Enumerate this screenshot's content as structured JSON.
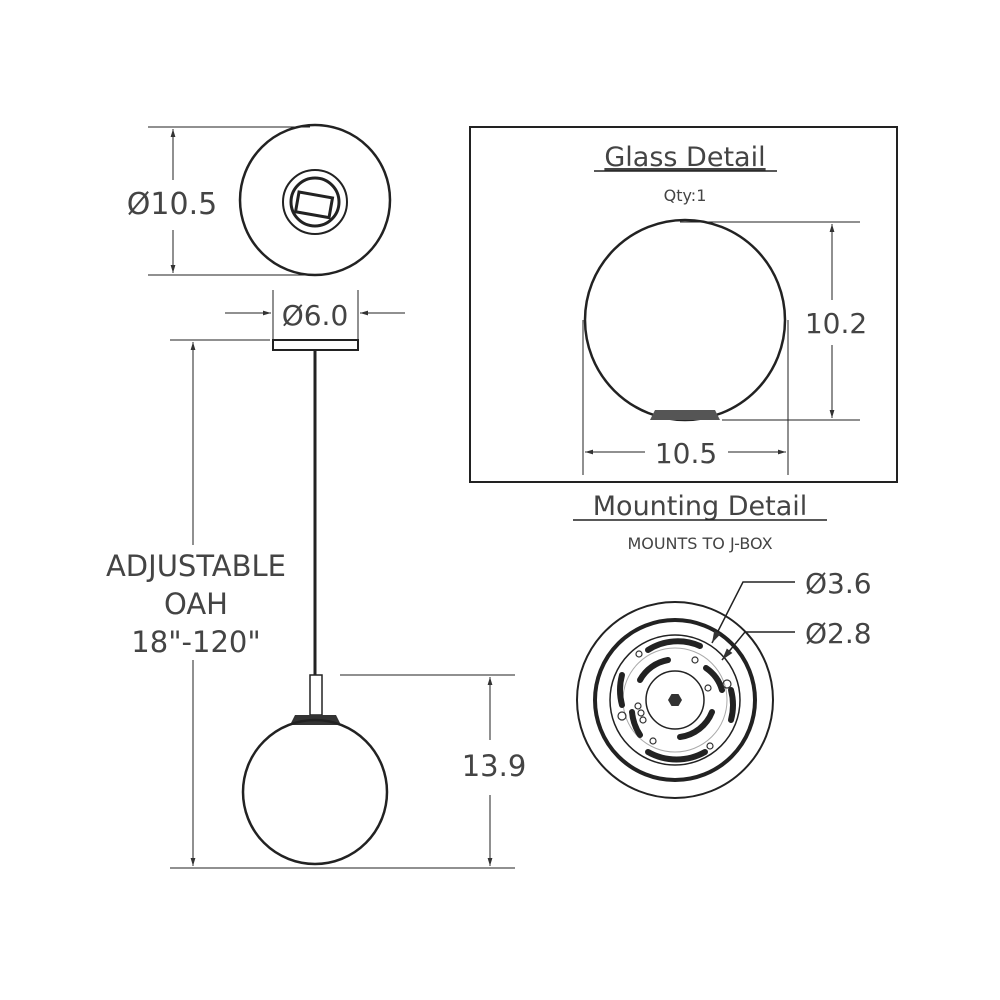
{
  "top_view": {
    "diameter_label": "Ø10.5",
    "canopy_diameter_label": "Ø6.0"
  },
  "side_view": {
    "oah_line1": "ADJUSTABLE",
    "oah_line2": "OAH",
    "oah_line3": "18\"-120\"",
    "globe_height_label": "13.9"
  },
  "glass_detail": {
    "title": "Glass Detail",
    "qty": "Qty:1",
    "height_label": "10.2",
    "width_label": "10.5"
  },
  "mounting_detail": {
    "title": "Mounting Detail",
    "subtitle": "MOUNTS TO J-BOX",
    "outer_diameter_label": "Ø3.6",
    "inner_diameter_label": "Ø2.8"
  }
}
